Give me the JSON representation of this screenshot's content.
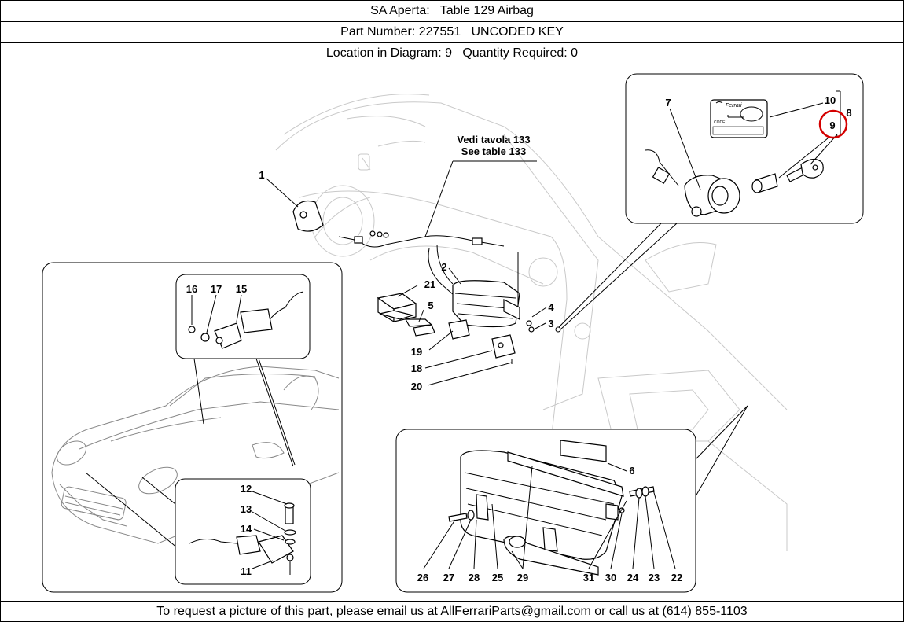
{
  "header": {
    "title_line": "SA Aperta:   Table 129 Airbag",
    "part_line": "Part Number: 227551   UNCODED KEY",
    "location_line": "Location in Diagram: 9   Quantity Required: 0"
  },
  "diagram": {
    "callout_text_it": "Vedi tavola 133",
    "callout_text_en": "See table 133",
    "key_card_brand": "Ferrari",
    "key_card_code": "CODE",
    "labels": {
      "l1": "1",
      "l2": "2",
      "l3": "3",
      "l4": "4",
      "l5": "5",
      "l6": "6",
      "l7": "7",
      "l8": "8",
      "l9": "9",
      "l10": "10",
      "l11": "11",
      "l12": "12",
      "l13": "13",
      "l14": "14",
      "l15": "15",
      "l16": "16",
      "l17": "17",
      "l18": "18",
      "l19": "19",
      "l20": "20",
      "l21": "21",
      "l22": "22",
      "l23": "23",
      "l24": "24",
      "l25": "25",
      "l26": "26",
      "l27": "27",
      "l28": "28",
      "l29": "29",
      "l30": "30",
      "l31": "31"
    },
    "highlight_color": "#d40000"
  },
  "footer": {
    "text": "To request a picture of this part, please email us at AllFerrariParts@gmail.com or call us at (614) 855-1103"
  }
}
